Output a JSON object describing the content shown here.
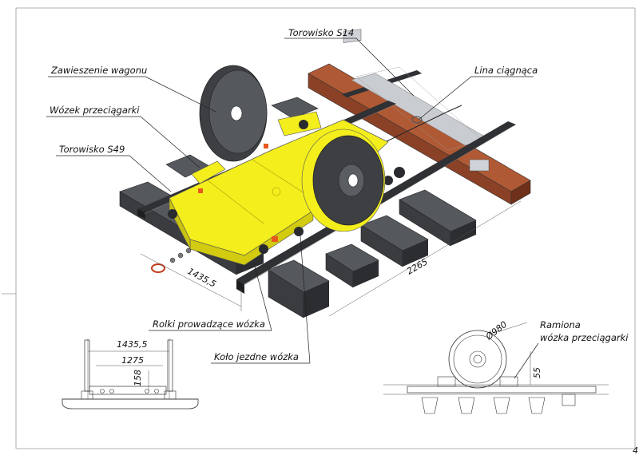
{
  "labels": {
    "torowisko_s14": "Torowisko S14",
    "zawieszenie": "Zawieszenie wagonu",
    "lina": "Lina ciągnąca",
    "wozek": "Wózek przeciągarki",
    "torowisko_s49": "Torowisko S49",
    "rolki": "Rolki prowadzące wózka",
    "kolo": "Koło jezdne wózka",
    "ramiona_1": "Ramiona",
    "ramiona_2": "wózka przeciągarki"
  },
  "dimensions": {
    "gauge_iso": "1435,5",
    "length_iso": "2265",
    "gauge_front": "1435,5",
    "inner_front": "1275",
    "height_front": "158",
    "wheel_diameter": "Ø980",
    "arm_height": "55"
  },
  "sheet_number": "4",
  "colors": {
    "body_yellow": "#f3ee1c",
    "tire_dark": "#3d3f43",
    "sleeper_dark": "#4a4d52",
    "beam_brown": "#9c4a2b",
    "rail_dark": "#2f3134",
    "orange_part": "#e8581d"
  }
}
